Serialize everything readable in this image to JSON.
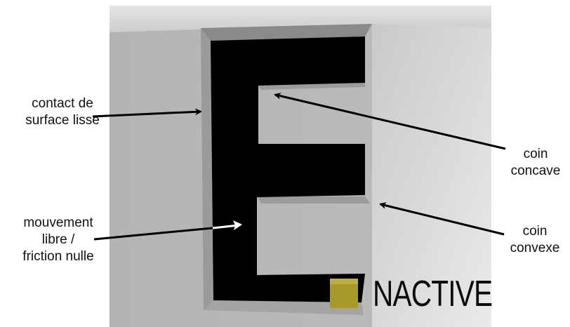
{
  "labels": {
    "smooth_contact": [
      "contact de",
      "surface lisse"
    ],
    "free_movement": [
      "mouvement",
      "libre /",
      "friction nulle"
    ],
    "concave_corner": [
      "coin",
      "concave"
    ],
    "convex_corner": [
      "coin",
      "convexe"
    ]
  },
  "brand_suffix": "NACTIVE",
  "colors": {
    "black_arrow": "#000000",
    "white_arrow": "#ffffff",
    "cube": "#a89a2a",
    "e_shape": "#000000"
  }
}
